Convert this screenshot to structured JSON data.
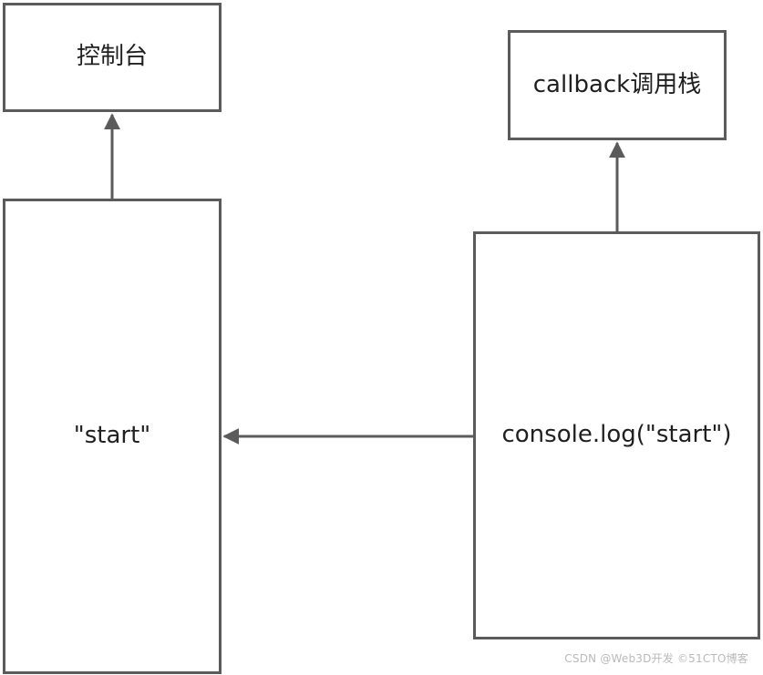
{
  "diagram": {
    "nodes": {
      "console": {
        "label": "控制台"
      },
      "callback_stack": {
        "label": "callback调用栈"
      },
      "start_value": {
        "label": "\"start\""
      },
      "log_call": {
        "label": "console.log(\"start\")"
      }
    },
    "edges": [
      {
        "from": "start_value",
        "to": "console"
      },
      {
        "from": "log_call",
        "to": "callback_stack"
      },
      {
        "from": "log_call",
        "to": "start_value"
      }
    ],
    "line_color": "#5b5b5b"
  },
  "watermark": "CSDN @Web3D开发 ©51CTO博客"
}
